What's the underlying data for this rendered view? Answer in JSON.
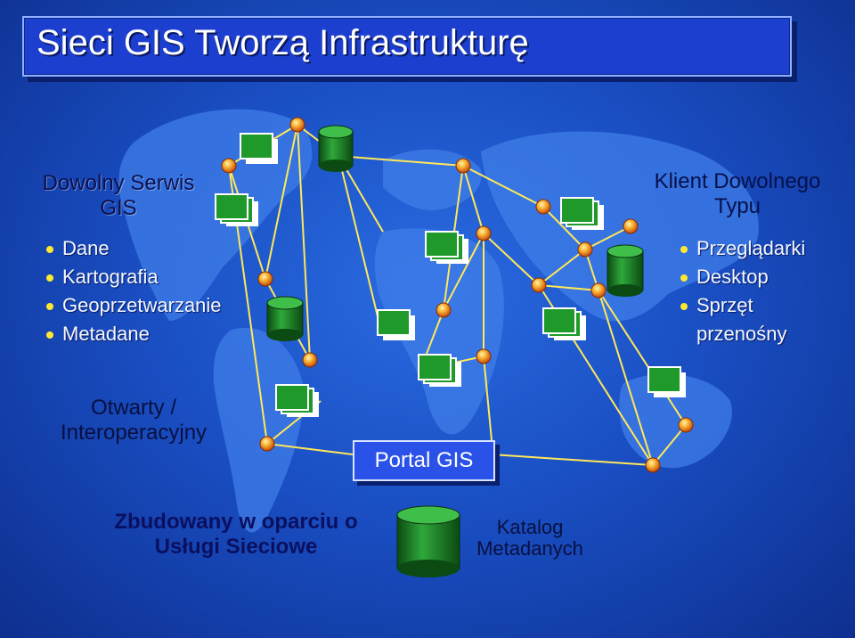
{
  "title": "Sieci GIS Tworzą Infrastrukturę",
  "left": {
    "heading": [
      "Dowolny Serwis",
      "GIS"
    ],
    "items": [
      "Dane",
      "Kartografia",
      "Geoprzetwarzanie",
      "Metadane"
    ]
  },
  "right": {
    "heading": [
      "Klient Dowolnego",
      "Typu"
    ],
    "items": [
      "Przeglądarki",
      "Desktop",
      "Sprzęt"
    ],
    "item_continuation": "przenośny"
  },
  "open": [
    "Otwarty /",
    "Interoperacyjny"
  ],
  "portal": "Portal GIS",
  "built": [
    "Zbudowany w oparciu o",
    "Usługi Sieciowe"
  ],
  "catalog": [
    "Katalog",
    "Metadanych"
  ],
  "colors": {
    "background": "#1a4fc4",
    "title_box": "#1d3fd0",
    "node": "#f5a623",
    "link": "#ffe85a",
    "server": "#1f8a2a",
    "bullet": "#ffe830"
  },
  "icons": [
    "server-stack-icon",
    "database-icon",
    "network-node-icon",
    "world-map-icon"
  ]
}
